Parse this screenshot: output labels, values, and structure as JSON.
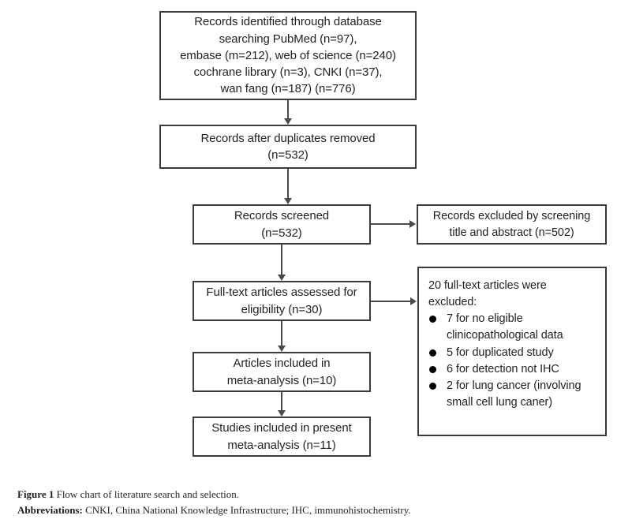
{
  "figure": {
    "caption_label": "Figure 1",
    "caption_text": "Flow chart of literature search and selection.",
    "abbrev_label": "Abbreviations:",
    "abbrev_text": "CNKI, China National Knowledge Infrastructure; IHC, immunohistochemistry."
  },
  "chart_data": {
    "type": "diagram",
    "title": "Flow chart of literature search and selection.",
    "nodes": [
      {
        "id": "identified",
        "lines": [
          "Records identified through database",
          "searching PubMed (n=97),",
          "embase (m=212), web of science (n=240)",
          "cochrane library (n=3), CNKI (n=37),",
          "wan fang (n=187) (n=776)"
        ],
        "n": 776
      },
      {
        "id": "duplicates",
        "lines": [
          "Records after duplicates removed",
          "(n=532)"
        ],
        "n": 532
      },
      {
        "id": "screened",
        "lines": [
          "Records screened",
          "(n=532)"
        ],
        "n": 532
      },
      {
        "id": "excluded_screening",
        "lines": [
          "Records excluded by screening",
          "title and abstract (n=502)"
        ],
        "n": 502
      },
      {
        "id": "fulltext",
        "lines": [
          "Full-text articles assessed for",
          "eligibility (n=30)"
        ],
        "n": 30
      },
      {
        "id": "excluded_fulltext",
        "intro_lines": [
          "20 full-text articles were",
          "excluded:"
        ],
        "n": 20,
        "bullets": [
          {
            "lines": [
              "7 for no eligible",
              "clinicopathological data"
            ],
            "n": 7
          },
          {
            "lines": [
              "5 for duplicated study"
            ],
            "n": 5
          },
          {
            "lines": [
              "6 for detection not IHC"
            ],
            "n": 6
          },
          {
            "lines": [
              "2 for lung cancer (involving",
              "small cell lung caner)"
            ],
            "n": 2
          }
        ]
      },
      {
        "id": "included",
        "lines": [
          "Articles included in",
          "meta-analysis (n=10)"
        ],
        "n": 10
      },
      {
        "id": "present",
        "lines": [
          "Studies included in present",
          "meta-analysis (n=11)"
        ],
        "n": 11
      }
    ],
    "edges": [
      {
        "from": "identified",
        "to": "duplicates",
        "direction": "down"
      },
      {
        "from": "duplicates",
        "to": "screened",
        "direction": "down"
      },
      {
        "from": "screened",
        "to": "excluded_screening",
        "direction": "right"
      },
      {
        "from": "screened",
        "to": "fulltext",
        "direction": "down"
      },
      {
        "from": "fulltext",
        "to": "excluded_fulltext",
        "direction": "right"
      },
      {
        "from": "fulltext",
        "to": "included",
        "direction": "down"
      },
      {
        "from": "included",
        "to": "present",
        "direction": "down"
      }
    ]
  },
  "nodes": {
    "identified": {
      "line1": "Records identified through database",
      "line2": "searching PubMed (n=97),",
      "line3": "embase (m=212), web of science (n=240)",
      "line4": "cochrane library (n=3), CNKI (n=37),",
      "line5": "wan fang (n=187) (n=776)"
    },
    "duplicates": {
      "line1": "Records after duplicates removed",
      "line2": "(n=532)"
    },
    "screened": {
      "line1": "Records screened",
      "line2": "(n=532)"
    },
    "excluded_screening": {
      "line1": "Records excluded by screening",
      "line2": "title and abstract (n=502)"
    },
    "fulltext": {
      "line1": "Full-text articles assessed for",
      "line2": "eligibility (n=30)"
    },
    "excluded_fulltext": {
      "intro1": "20 full-text articles were",
      "intro2": "excluded:",
      "bullet1_line1": "7 for no eligible",
      "bullet1_line2": "clinicopathological data",
      "bullet2_line1": "5 for duplicated study",
      "bullet3_line1": "6 for detection not IHC",
      "bullet4_line1": "2 for lung cancer (involving",
      "bullet4_line2": "small cell lung caner)"
    },
    "included": {
      "line1": "Articles included in",
      "line2": "meta-analysis (n=10)"
    },
    "present": {
      "line1": "Studies included in present",
      "line2": "meta-analysis (n=11)"
    }
  }
}
